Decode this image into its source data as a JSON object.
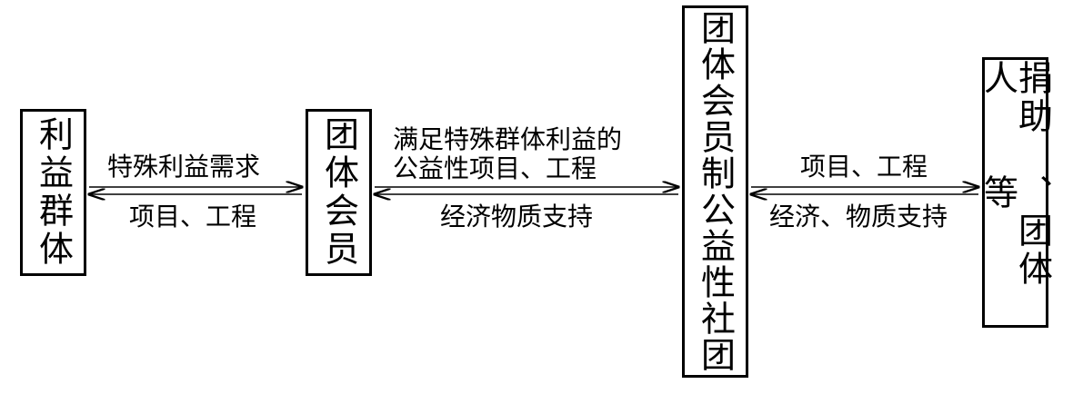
{
  "nodes": {
    "interest_group": "利益群体",
    "member": "团体会员",
    "org": "团体会员制公益性社团",
    "donor_col1": "捐助人",
    "donor_col2": "、团体等"
  },
  "edges": {
    "e1_top": "特殊利益需求",
    "e1_bottom": "项目、工程",
    "e2_top_line1": "满足特殊群体利益的",
    "e2_top_line2": "公益性项目、工程",
    "e2_bottom": "经济物质支持",
    "e3_top": "项目、工程",
    "e3_bottom": "经济、物质支持"
  }
}
